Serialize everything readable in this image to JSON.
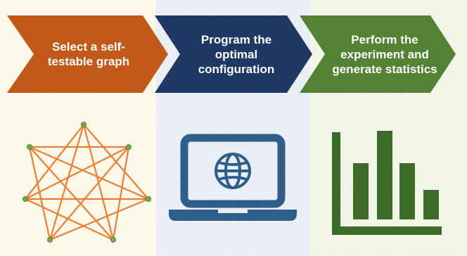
{
  "steps": [
    {
      "label": "Select a self-testable graph",
      "color": "#c15a18",
      "icon": "star-graph-icon"
    },
    {
      "label": "Program the optimal configuration",
      "color": "#203864",
      "icon": "laptop-globe-icon"
    },
    {
      "label": "Perform the experiment and generate statistics",
      "color": "#548235",
      "icon": "bar-chart-icon"
    }
  ],
  "colors": {
    "graph_edge": "#ed7d31",
    "graph_node": "#70ad47",
    "laptop": "#2e5f8a",
    "bars": "#3d6b2a"
  }
}
